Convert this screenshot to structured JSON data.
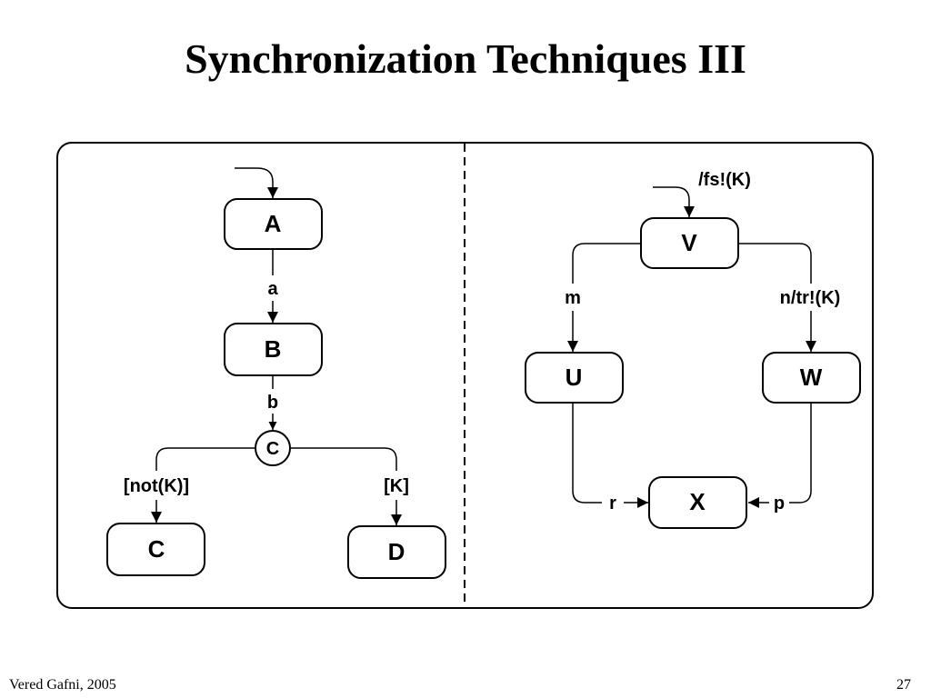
{
  "slide": {
    "title": "Synchronization Techniques III",
    "author": "Vered Gafni, 2005",
    "page_number": "27"
  },
  "left_chart": {
    "states": {
      "A": "A",
      "B": "B",
      "C": "C",
      "D": "D"
    },
    "connector": "C",
    "transitions": {
      "a_to_b": "a",
      "b_to_cond": "b",
      "cond_to_c": "[not(K)]",
      "cond_to_d": "[K]"
    }
  },
  "right_chart": {
    "states": {
      "V": "V",
      "U": "U",
      "W": "W",
      "X": "X"
    },
    "transitions": {
      "default_into_v": "/fs!(K)",
      "v_to_u": "m",
      "v_to_w": "n/tr!(K)",
      "u_to_x": "r",
      "w_to_x": "p"
    }
  }
}
